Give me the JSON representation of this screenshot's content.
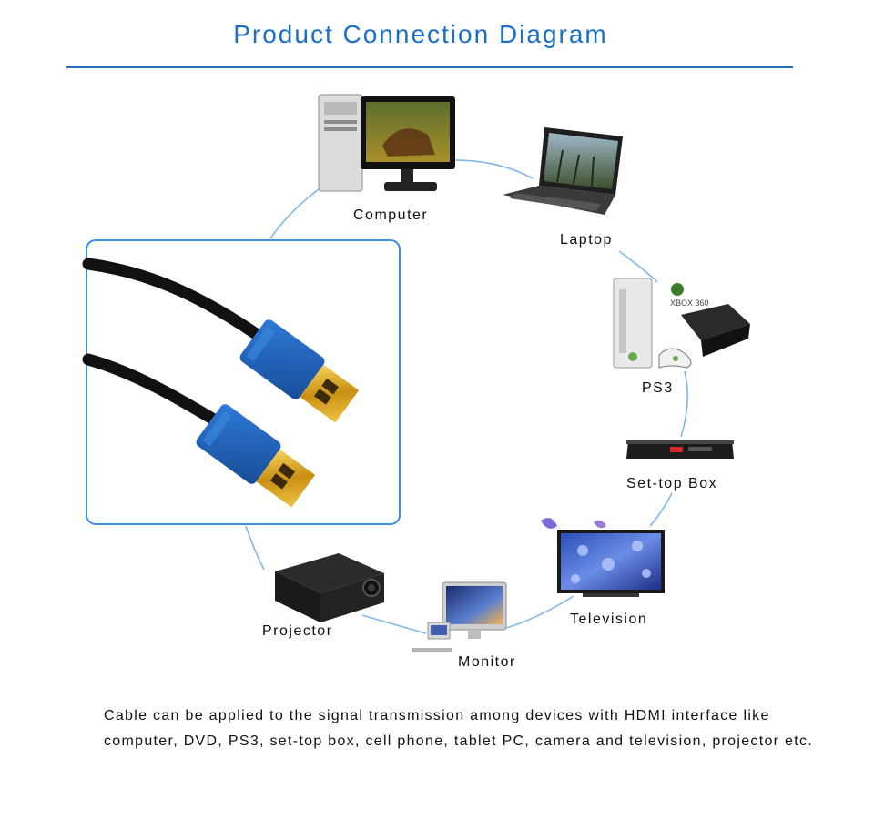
{
  "title": "Product Connection Diagram",
  "colors": {
    "accent": "#1a6fc9",
    "link": "#7fb6ea",
    "hdmi_blue": "#1f5fb5",
    "gold": "#d9a925"
  },
  "devices": {
    "computer": "Computer",
    "laptop": "Laptop",
    "ps3": "PS3",
    "settop": "Set-top Box",
    "television": "Television",
    "monitor": "Monitor",
    "projector": "Projector"
  },
  "xbox_logo": "XBOX 360",
  "caption": "Cable can be applied to the signal transmission among devices with HDMI interface like computer, DVD, PS3, set-top box, cell phone, tablet PC, camera and television, projector etc."
}
